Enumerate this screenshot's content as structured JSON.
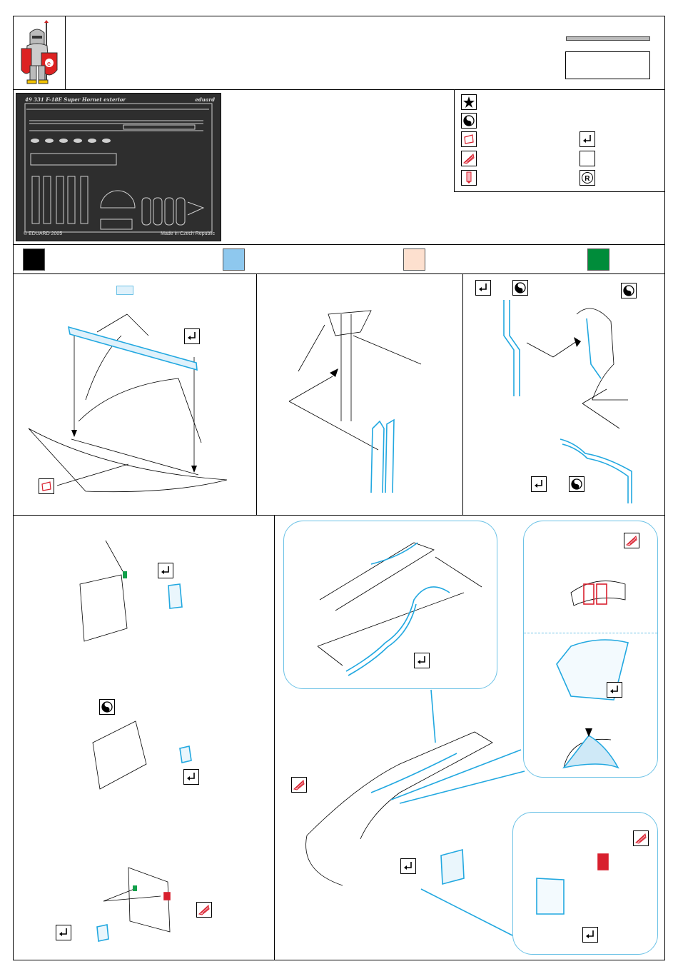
{
  "fret": {
    "title": "49 331  F-18E Super Hornet exterior",
    "brand": "eduard",
    "copyright": "© EDUARD 2005",
    "made_in": "Made in Czech Republic"
  },
  "legend": {
    "icons": [
      "bend-icon",
      "fold-icon",
      "remove-icon",
      "cut-icon",
      "drill-icon",
      "glue-icon",
      "blank-icon",
      "replace-icon"
    ]
  },
  "colors": {
    "swatches": [
      "#000000",
      "#8ec8ee",
      "#fde0cf",
      "#008c3a"
    ],
    "part_blue": "#22a8e0",
    "part_red": "#d8202e",
    "part_green": "#12a04a",
    "bubble_border": "#6cc2e6"
  }
}
